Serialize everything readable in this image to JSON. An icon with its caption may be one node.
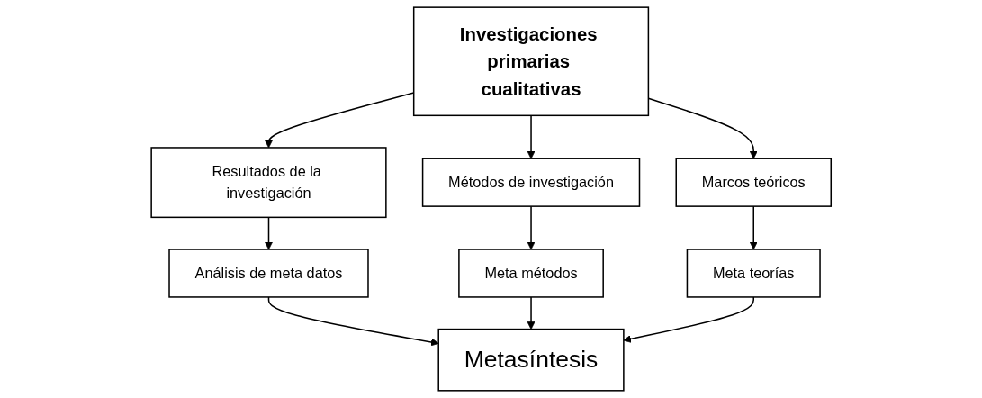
{
  "diagram": {
    "nodes": [
      {
        "text": [
          "Investigaciones primarias cualitativas"
        ]
      },
      {
        "text": [
          "Resultados de la investigación"
        ]
      },
      {
        "text": [
          "Métodos de investigación"
        ]
      },
      {
        "text": [
          "Marcos teóricos"
        ]
      },
      {
        "text": [
          "Análisis de meta datos"
        ]
      },
      {
        "text": [
          "Meta métodos"
        ]
      },
      {
        "text": [
          "Meta teorías"
        ]
      },
      {
        "text": [
          "Metasíntesis"
        ]
      }
    ],
    "edges": [
      {
        "from": 0,
        "to": 1,
        "arrow": "to"
      },
      {
        "from": 0,
        "to": 2,
        "arrow": "to"
      },
      {
        "from": 0,
        "to": 3,
        "arrow": "to"
      },
      {
        "from": 1,
        "to": 4,
        "arrow": "to"
      },
      {
        "from": 2,
        "to": 5,
        "arrow": "to"
      },
      {
        "from": 3,
        "to": 6,
        "arrow": "to"
      },
      {
        "from": 4,
        "to": 7,
        "arrow": "to"
      },
      {
        "from": 5,
        "to": 7,
        "arrow": "to"
      },
      {
        "from": 6,
        "to": 7,
        "arrow": "to"
      }
    ]
  }
}
